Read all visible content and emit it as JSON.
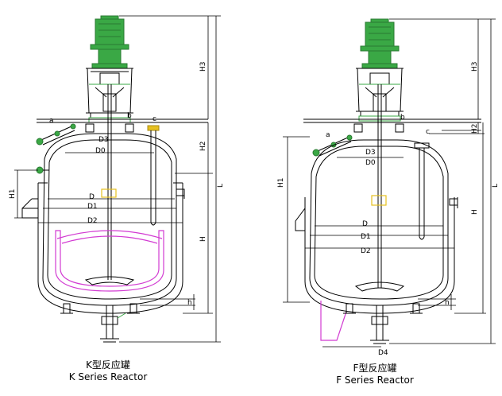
{
  "k_reactor": {
    "caption_cn": "K型反应罐",
    "caption_en": "K Series Reactor",
    "labels": {
      "a": "a",
      "b": "b",
      "c": "c",
      "D3": "D3",
      "D0": "D0",
      "D": "D",
      "D1": "D1",
      "D2": "D2",
      "H1": "H1",
      "H2": "H2",
      "H3": "H3",
      "H": "H",
      "h": "h",
      "L": "L"
    }
  },
  "f_reactor": {
    "caption_cn": "F型反应罐",
    "caption_en": "F Series Reactor",
    "labels": {
      "a": "a",
      "b": "b",
      "c": "c",
      "D3": "D3",
      "D0": "D0",
      "D": "D",
      "D1": "D1",
      "D2": "D2",
      "D4": "D4",
      "H1": "H1",
      "H2": "H2",
      "H3": "H3",
      "H": "H",
      "h": "h",
      "L": "L"
    }
  },
  "colors": {
    "outline": "#000000",
    "motor_green": "#3aa845",
    "magenta": "#d23bd2",
    "yellow": "#e6c020"
  }
}
